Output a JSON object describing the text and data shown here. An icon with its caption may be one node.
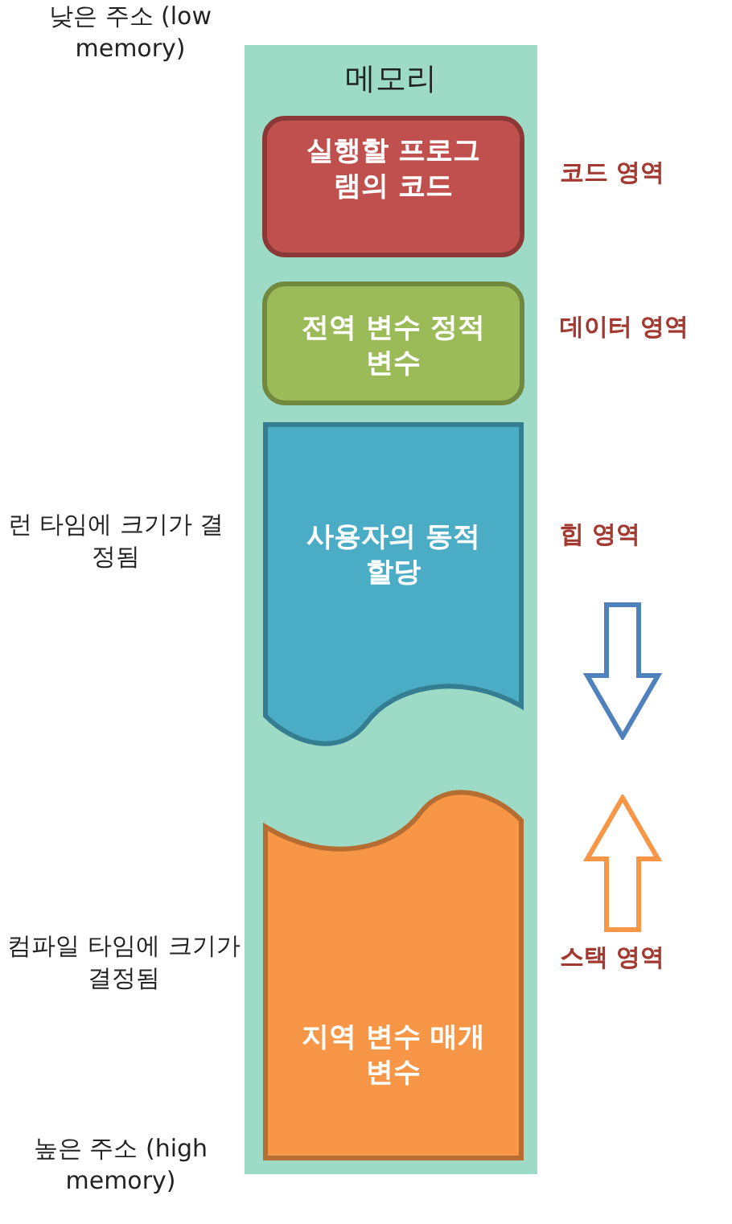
{
  "diagram": {
    "nodes": [
      {
        "text": [
          "메모리"
        ]
      },
      {
        "text": [
          "실행할 프로그램의 코드"
        ],
        "in": 0,
        "beside": [
          "코드 영역"
        ]
      },
      {
        "text": [
          "전역 변수 정적 변수"
        ],
        "in": 0,
        "beside": [
          "데이터 영역"
        ]
      },
      {
        "text": [
          "사용자의 동적 할당"
        ],
        "in": 0,
        "beside": [
          "힙 영역"
        ]
      },
      {
        "text": [
          "지역 변수 매개변수"
        ],
        "in": 0,
        "beside": [
          "스택 영역"
        ]
      }
    ],
    "edges": [],
    "labels": [
      "낮은 주소 (low memory)",
      "런 타임에 크기가 결정됨",
      "컴파일 타임에 크기가 결정됨",
      "높은 주소 (high memory)"
    ]
  }
}
